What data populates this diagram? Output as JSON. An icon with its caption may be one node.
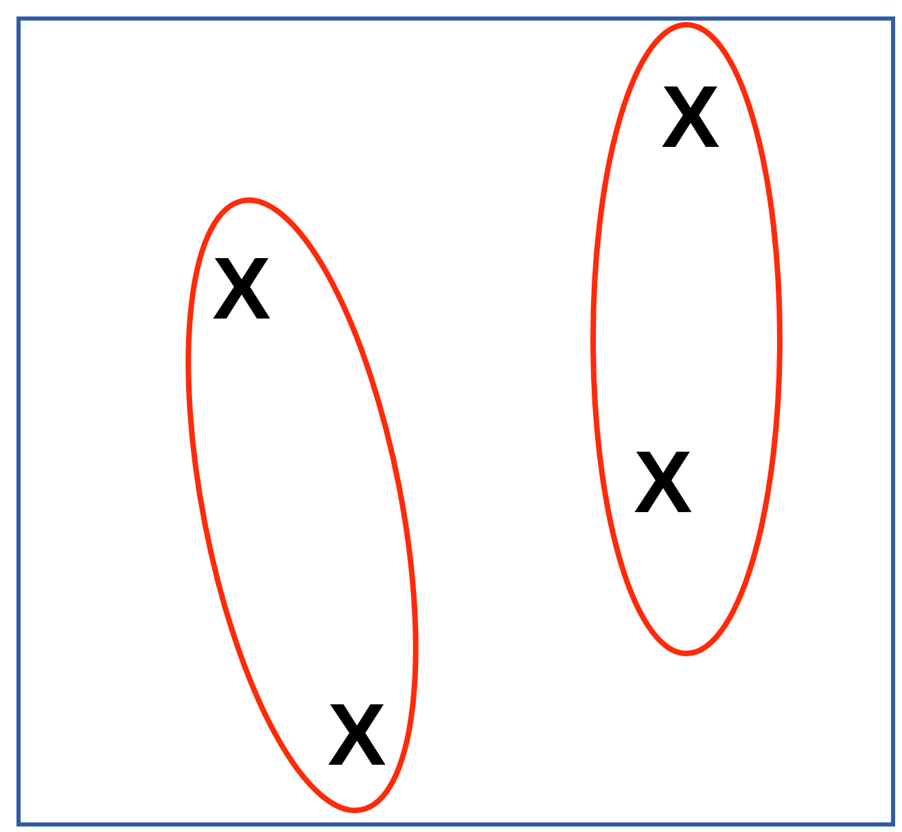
{
  "diagram": {
    "nodes": [
      {
        "text": [],
        "shape": "box"
      },
      {
        "text": [
          "X",
          "X"
        ],
        "in": 0
      },
      {
        "text": [
          "X",
          "X"
        ],
        "in": 0
      }
    ]
  }
}
